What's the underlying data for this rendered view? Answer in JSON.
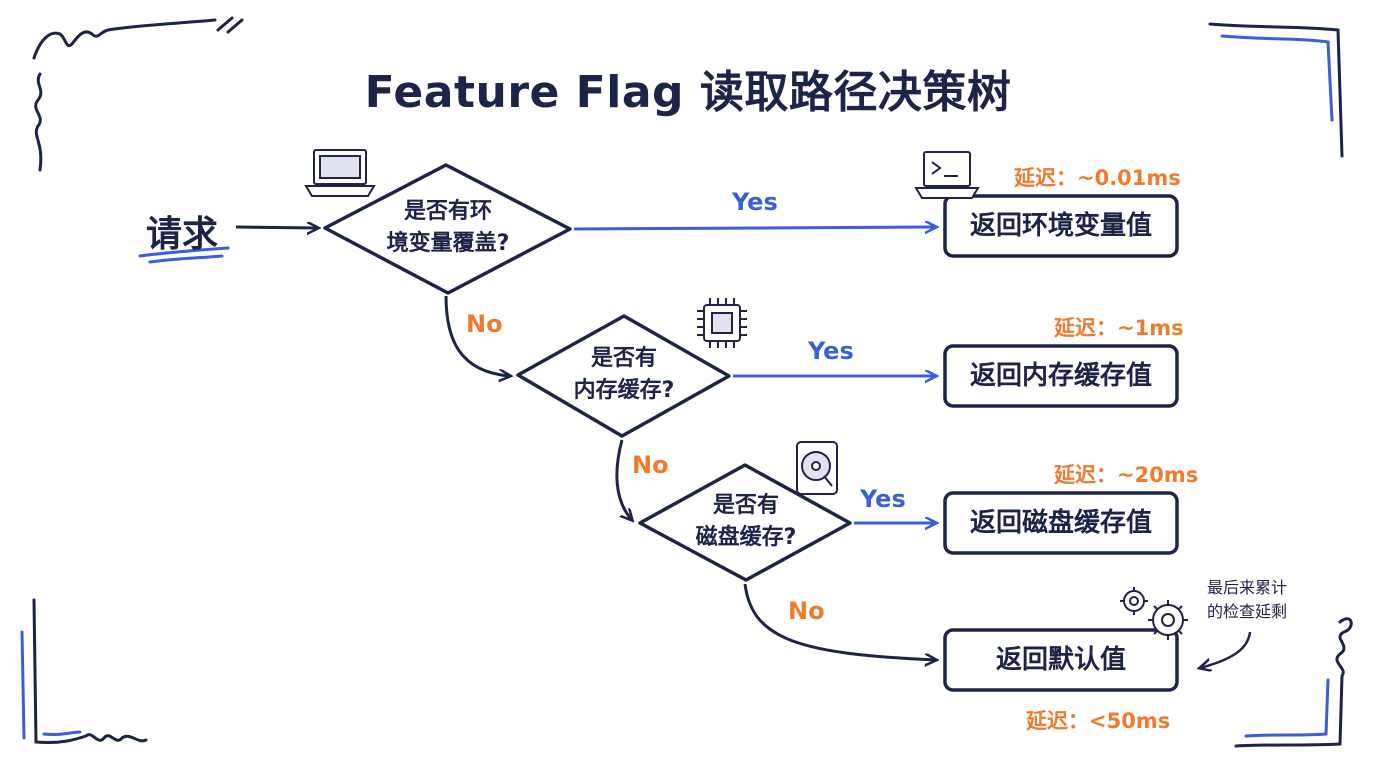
{
  "title": "Feature Flag 读取路径决策树",
  "start": "请求",
  "decisions": [
    {
      "line1": "是否有环",
      "line2": "境变量覆盖?"
    },
    {
      "line1": "是否有",
      "line2": "内存缓存?"
    },
    {
      "line1": "是否有",
      "line2": "磁盘缓存?"
    }
  ],
  "results": [
    "返回环境变量值",
    "返回内存缓存值",
    "返回磁盘缓存值",
    "返回默认值"
  ],
  "edge_labels": {
    "yes": "Yes",
    "no": "No"
  },
  "latencies": [
    "延迟：~0.01ms",
    "延迟：~1ms",
    "延迟：~20ms",
    "延迟：<50ms"
  ],
  "note": {
    "line1": "最后来累计",
    "line2": "的检查延剩"
  },
  "icons": [
    "laptop-icon",
    "terminal-laptop-icon",
    "chip-icon",
    "hard-disk-icon",
    "gears-icon"
  ],
  "colors": {
    "ink": "#1c2447",
    "blue": "#3b5fd9",
    "orange": "#ef7b2e"
  }
}
